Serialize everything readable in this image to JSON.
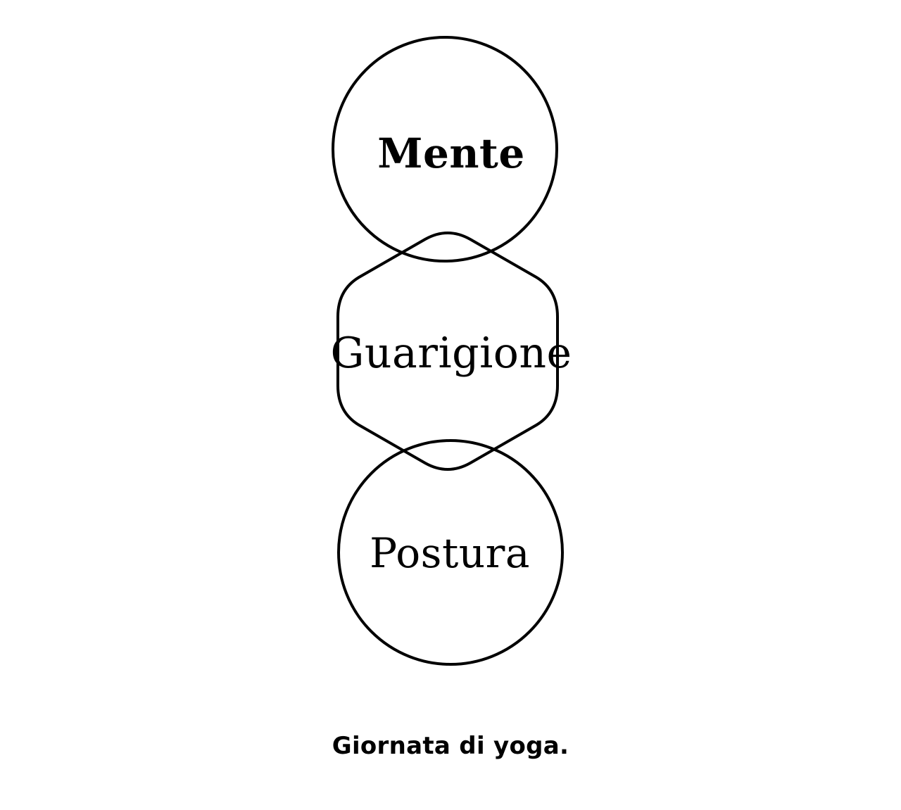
{
  "diagram": {
    "nodes": [
      {
        "label": "Mente",
        "shape": "circle"
      },
      {
        "label": "Guarigione",
        "shape": "rounded-hexagon"
      },
      {
        "label": "Postura",
        "shape": "circle"
      }
    ],
    "stroke_color": "#000000",
    "background_color": "#ffffff"
  },
  "caption": "Giornata di yoga."
}
